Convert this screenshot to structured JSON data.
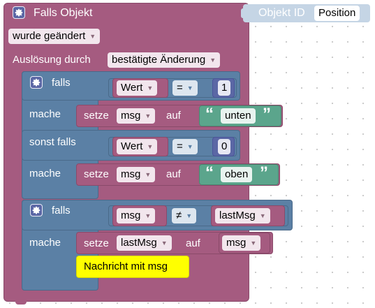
{
  "header": {
    "title": "Falls Objekt",
    "object_id_label": "Objekt ID",
    "object_id_value": "Position",
    "trigger": "wurde geändert",
    "source_label": "Auslösung durch",
    "source_value": "bestätigte Änderung"
  },
  "if_block_1": {
    "if_label": "falls",
    "do_label": "mache",
    "else_if_label": "sonst falls",
    "branches": [
      {
        "var": "Wert",
        "op": "=",
        "value": "1",
        "set_label": "setze",
        "target": "msg",
        "to_label": "auf",
        "quote_open": "“",
        "string": "unten",
        "quote_close": "”"
      },
      {
        "var": "Wert",
        "op": "=",
        "value": "0",
        "set_label": "setze",
        "target": "msg",
        "to_label": "auf",
        "quote_open": "“",
        "string": "oben",
        "quote_close": "”"
      }
    ]
  },
  "if_block_2": {
    "if_label": "falls",
    "do_label": "mache",
    "left": "msg",
    "op": "≠",
    "right": "lastMsg",
    "set_label": "setze",
    "target": "lastMsg",
    "to_label": "auf",
    "source": "msg",
    "comment": "Nachricht mit msg"
  },
  "colors": {
    "event": "#a55b80",
    "logic": "#5b80a5",
    "variable": "#a55b80",
    "text": "#5ba58c",
    "comment": "#ffff00"
  },
  "icons": [
    "gear-icon",
    "dropdown-arrow-icon"
  ]
}
